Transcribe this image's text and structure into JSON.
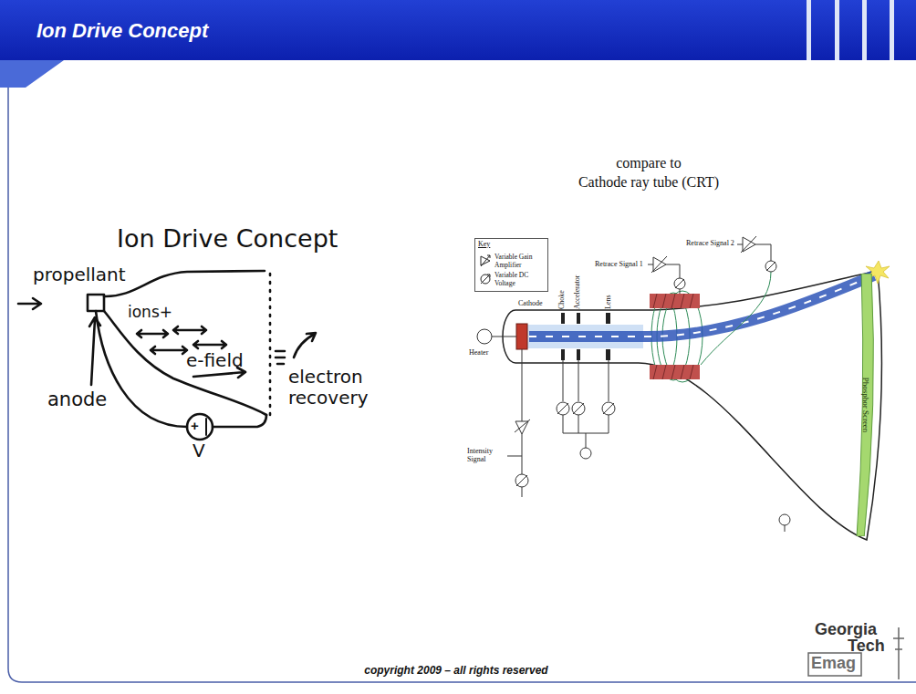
{
  "diagram": {
    "title": "Ion Drive Concept",
    "nodes": [
      {
        "text": [
          "Phosphor Screen"
        ]
      }
    ],
    "labels": [
      "Ion Drive Concept",
      "propellant",
      "ions+",
      "e-field",
      "anode",
      "electron recovery",
      "+",
      "V",
      "compare to",
      "Cathode ray tube (CRT)",
      "Key",
      "Retrace Signal 2",
      "Retrace Signal 1",
      "Cathode",
      "Choke",
      "Accelerator",
      "Lens",
      "Heater",
      "Intensity Signal",
      "copyright 2009 – all rights reserved",
      "Georgia",
      "Tech",
      "Emag"
    ],
    "legend": [
      {
        "text": "Variable Gain Amplifier"
      },
      {
        "text": "Variable DC Voltage"
      }
    ]
  }
}
